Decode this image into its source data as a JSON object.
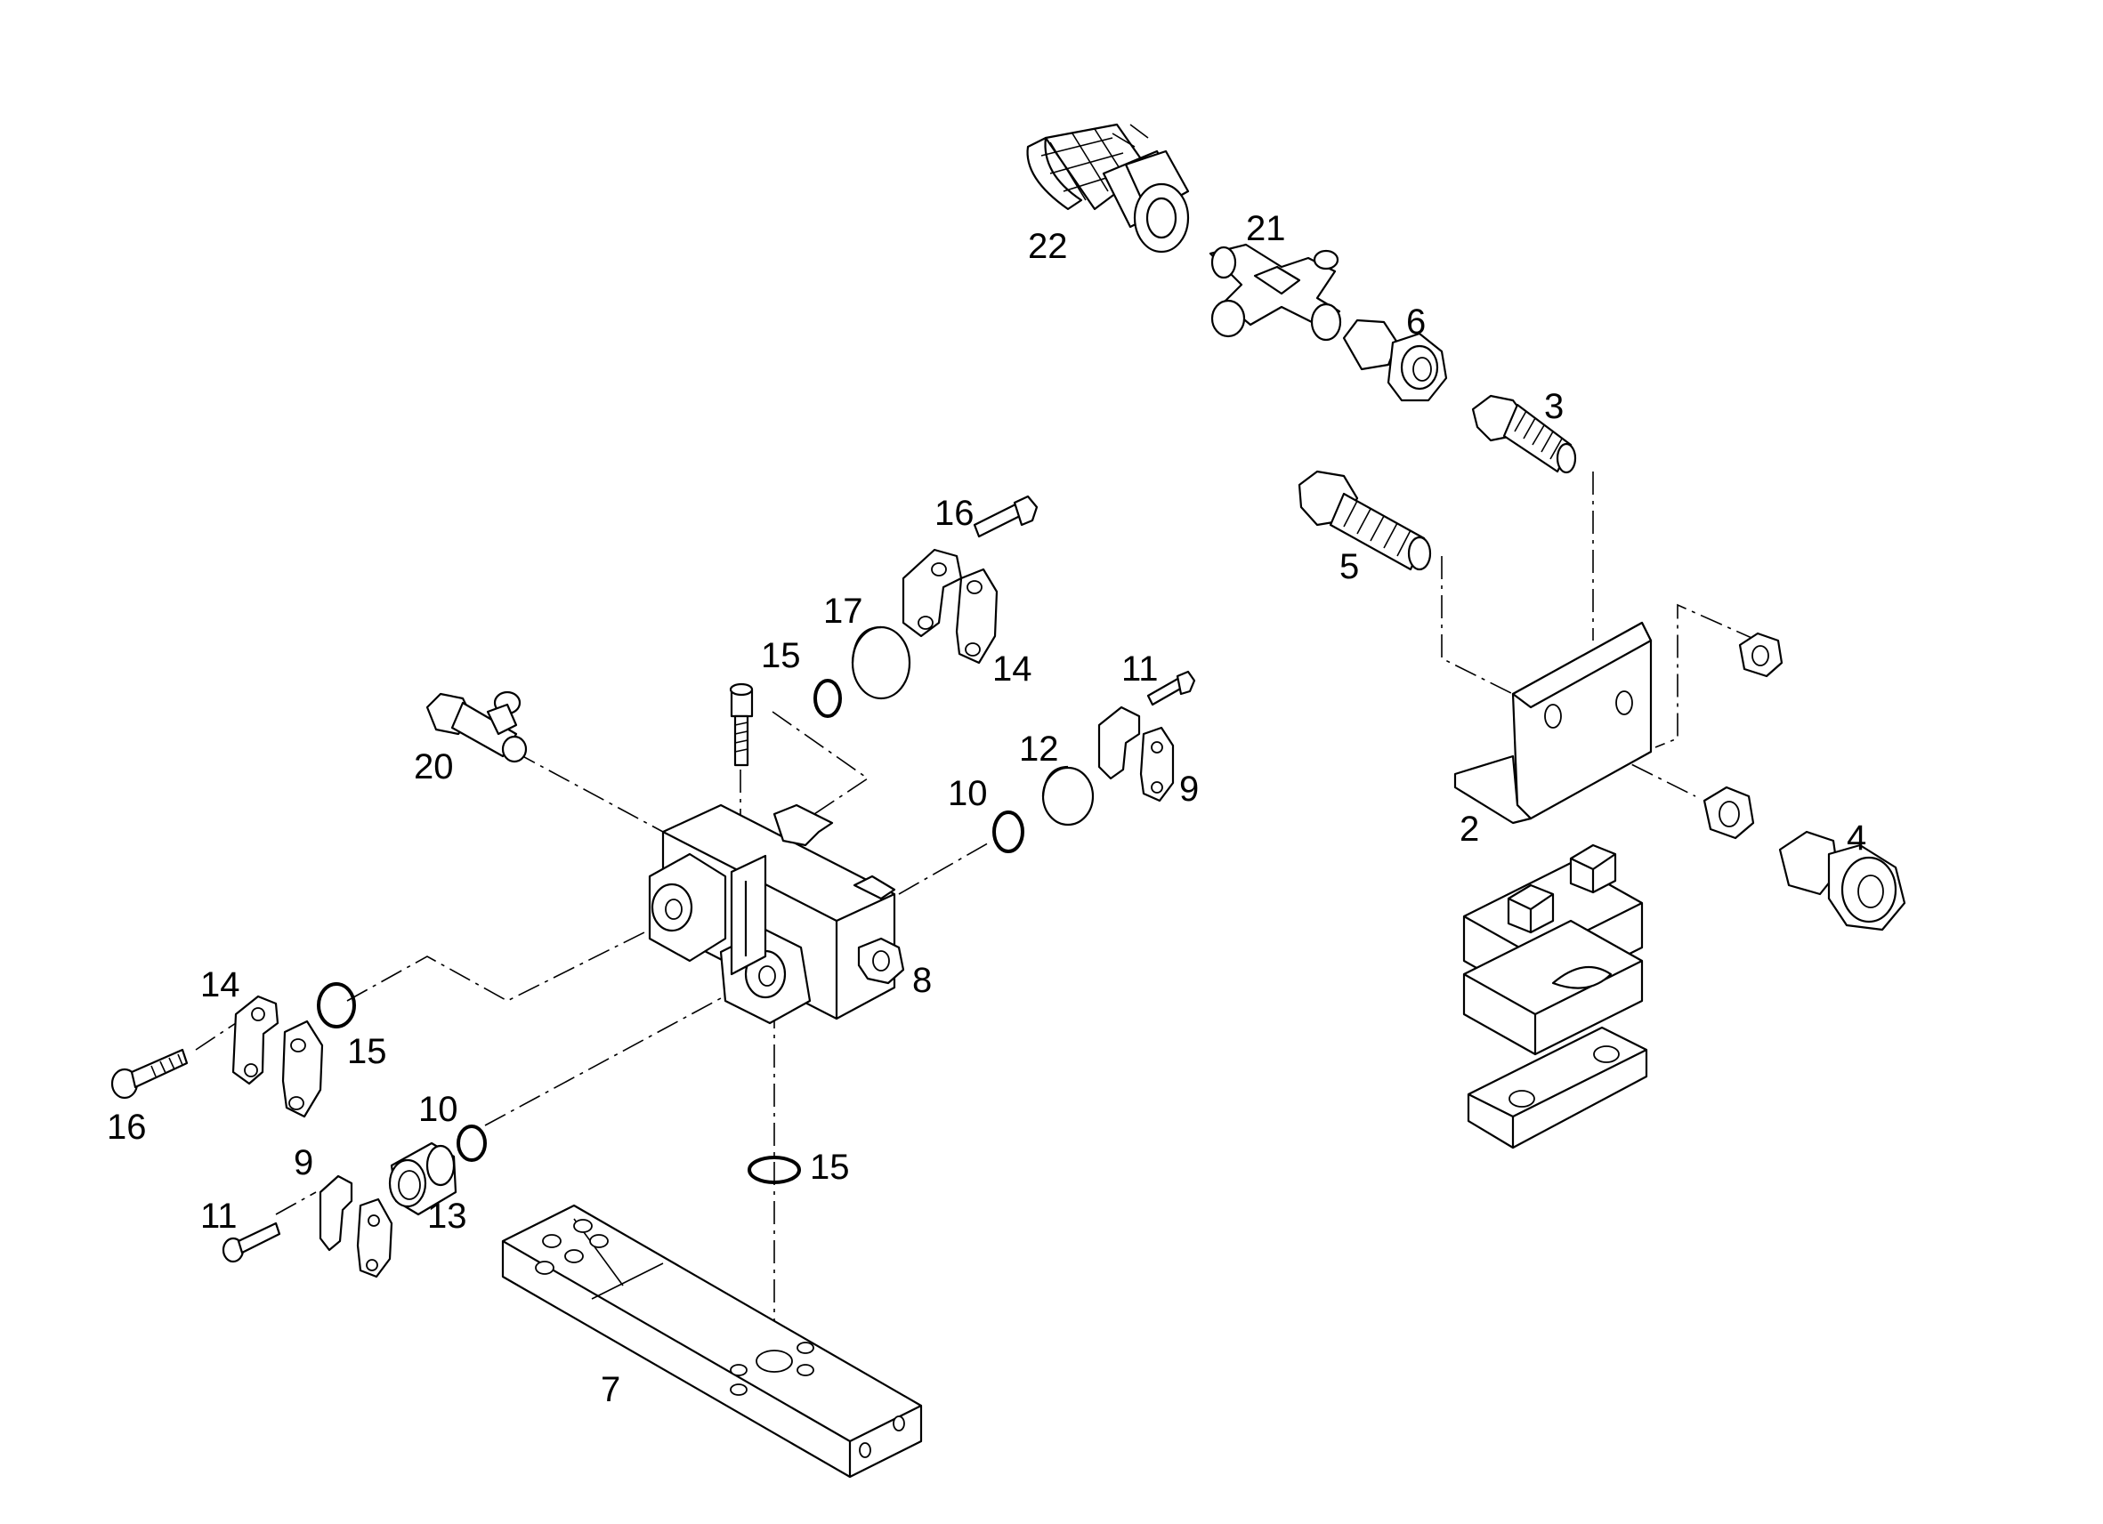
{
  "diagram": {
    "callouts": [
      {
        "id": "c-22",
        "text": "22"
      },
      {
        "id": "c-21",
        "text": "21"
      },
      {
        "id": "c-6",
        "text": "6"
      },
      {
        "id": "c-3",
        "text": "3"
      },
      {
        "id": "c-5",
        "text": "5"
      },
      {
        "id": "c-16a",
        "text": "16"
      },
      {
        "id": "c-17",
        "text": "17"
      },
      {
        "id": "c-15a",
        "text": "15"
      },
      {
        "id": "c-14a",
        "text": "14"
      },
      {
        "id": "c-11a",
        "text": "11"
      },
      {
        "id": "c-20",
        "text": "20"
      },
      {
        "id": "c-12",
        "text": "12"
      },
      {
        "id": "c-9a",
        "text": "9"
      },
      {
        "id": "c-10a",
        "text": "10"
      },
      {
        "id": "c-2",
        "text": "2"
      },
      {
        "id": "c-4",
        "text": "4"
      },
      {
        "id": "c-8",
        "text": "8"
      },
      {
        "id": "c-14b",
        "text": "14"
      },
      {
        "id": "c-15b",
        "text": "15"
      },
      {
        "id": "c-16b",
        "text": "16"
      },
      {
        "id": "c-10b",
        "text": "10"
      },
      {
        "id": "c-9b",
        "text": "9"
      },
      {
        "id": "c-15c",
        "text": "15"
      },
      {
        "id": "c-11b",
        "text": "11"
      },
      {
        "id": "c-13",
        "text": "13"
      },
      {
        "id": "c-7",
        "text": "7"
      }
    ]
  }
}
